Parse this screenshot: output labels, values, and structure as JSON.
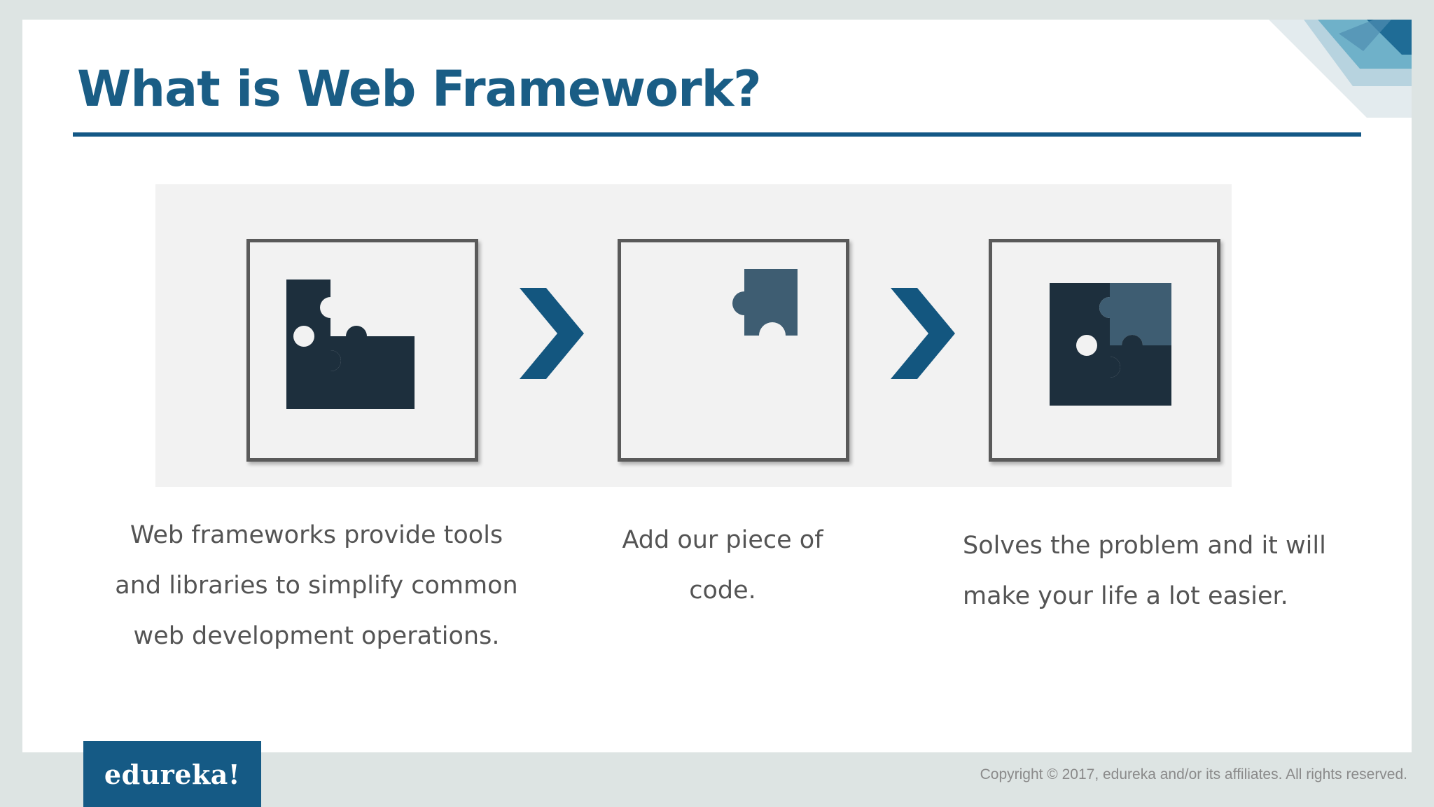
{
  "slide": {
    "title": "What is Web Framework?"
  },
  "steps": [
    {
      "icon": "puzzle-missing-piece-icon",
      "caption_lines": [
        "Web frameworks provide tools",
        "and libraries to simplify common",
        "web development operations."
      ]
    },
    {
      "icon": "puzzle-single-piece-icon",
      "caption_lines": [
        "Add our piece of",
        "code."
      ]
    },
    {
      "icon": "puzzle-complete-icon",
      "caption_lines": [
        "Solves the problem and it will",
        "make your life a lot easier."
      ]
    }
  ],
  "arrows": [
    "chevron-right-icon",
    "chevron-right-icon"
  ],
  "footer": {
    "brand": "edureka!",
    "copyright": "Copyright © 2017, edureka and/or its affiliates. All rights reserved."
  },
  "colors": {
    "title": "#1a5d85",
    "rule": "#135886",
    "arrow": "#13567f",
    "puzzle_dark": "#1d2f3d",
    "puzzle_light": "#3e5d72",
    "brand_box": "#155a85"
  }
}
